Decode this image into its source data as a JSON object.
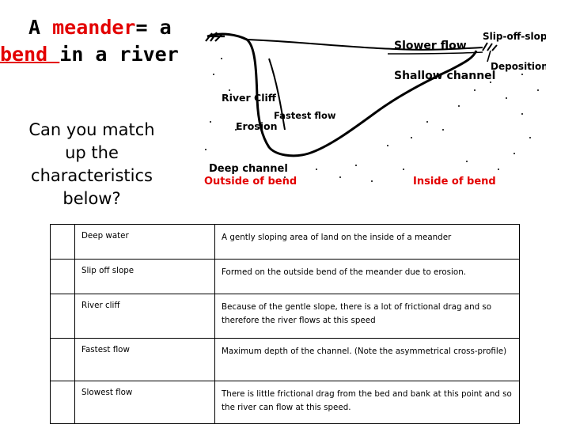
{
  "title": {
    "word_a": "A ",
    "meander": "meander",
    "equals_a": "= a",
    "bend": "bend ",
    "in_a_river": "in a river"
  },
  "question": "Can you match up the characteristics below?",
  "diagram": {
    "labels": {
      "slower_flow": "Slower flow",
      "slip_off_slope": "Slip-off-slope",
      "deposition": "Deposition",
      "shallow_channel": "Shallow channel",
      "river_cliff": "River Cliff",
      "fastest_flow": "Fastest flow",
      "erosion": "Erosion",
      "deep_channel": "Deep channel",
      "outside_of_bend": "Outside of bend",
      "inside_of_bend": "Inside of bend"
    },
    "colors": {
      "outside_label": "#e30000",
      "inside_label": "#e30000",
      "line": "#000000"
    }
  },
  "table": {
    "rows": [
      {
        "term": "Deep water",
        "definition": "A gently sloping area of land on the inside of a meander"
      },
      {
        "term": "Slip off slope",
        "definition": "Formed on the outside bend of the meander due to erosion."
      },
      {
        "term": "River cliff",
        "definition": "Because of the gentle slope, there is  a lot of frictional drag and so therefore the river flows at this speed"
      },
      {
        "term": "Fastest flow",
        "definition": " Maximum depth of the channel.  (Note the asymmetrical cross-profile)"
      },
      {
        "term": "Slowest flow",
        "definition": "There is little frictional drag from the bed and bank at this point and so the river can flow at this speed."
      }
    ]
  }
}
